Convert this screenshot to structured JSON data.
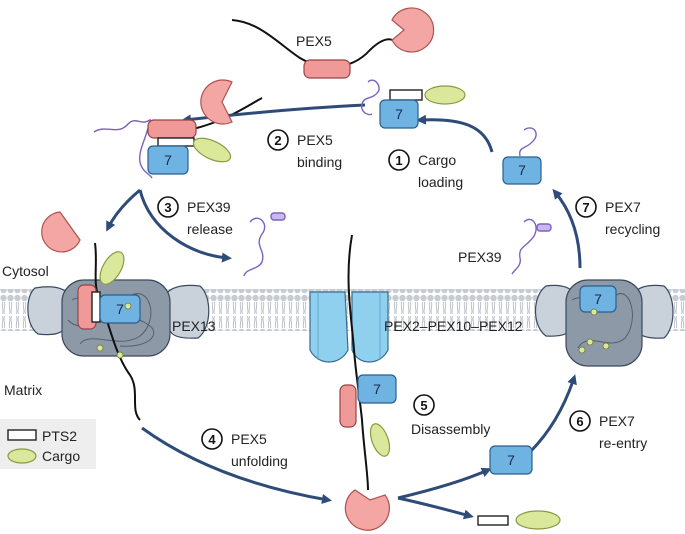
{
  "labels": {
    "pex5_top": "PEX5",
    "cytosol": "Cytosol",
    "matrix": "Matrix",
    "pex13": "PEX13",
    "pex2_pex10_pex12": "PEX2–PEX10–PEX12",
    "pex39": "PEX39"
  },
  "pex7_label": "7",
  "steps": [
    {
      "num": "1",
      "line1": "Cargo",
      "line2": "loading"
    },
    {
      "num": "2",
      "line1": "PEX5",
      "line2": "binding"
    },
    {
      "num": "3",
      "line1": "PEX39",
      "line2": "release"
    },
    {
      "num": "4",
      "line1": "PEX5",
      "line2": "unfolding"
    },
    {
      "num": "5",
      "line1": "Disassembly",
      "line2": ""
    },
    {
      "num": "6",
      "line1": "PEX7",
      "line2": "re-entry"
    },
    {
      "num": "7",
      "line1": "PEX7",
      "line2": "recycling"
    }
  ],
  "legend": {
    "pts2": "PTS2",
    "cargo": "Cargo"
  },
  "colors": {
    "pex5_head": "#f4a6a4",
    "pex5_box": "#ef9a98",
    "pex7": "#6fb3e3",
    "cargo": "#d9e89a",
    "arrow": "#2f4c78",
    "pore_channel": "#8fd0ef",
    "membrane": "#bfc5cc"
  }
}
